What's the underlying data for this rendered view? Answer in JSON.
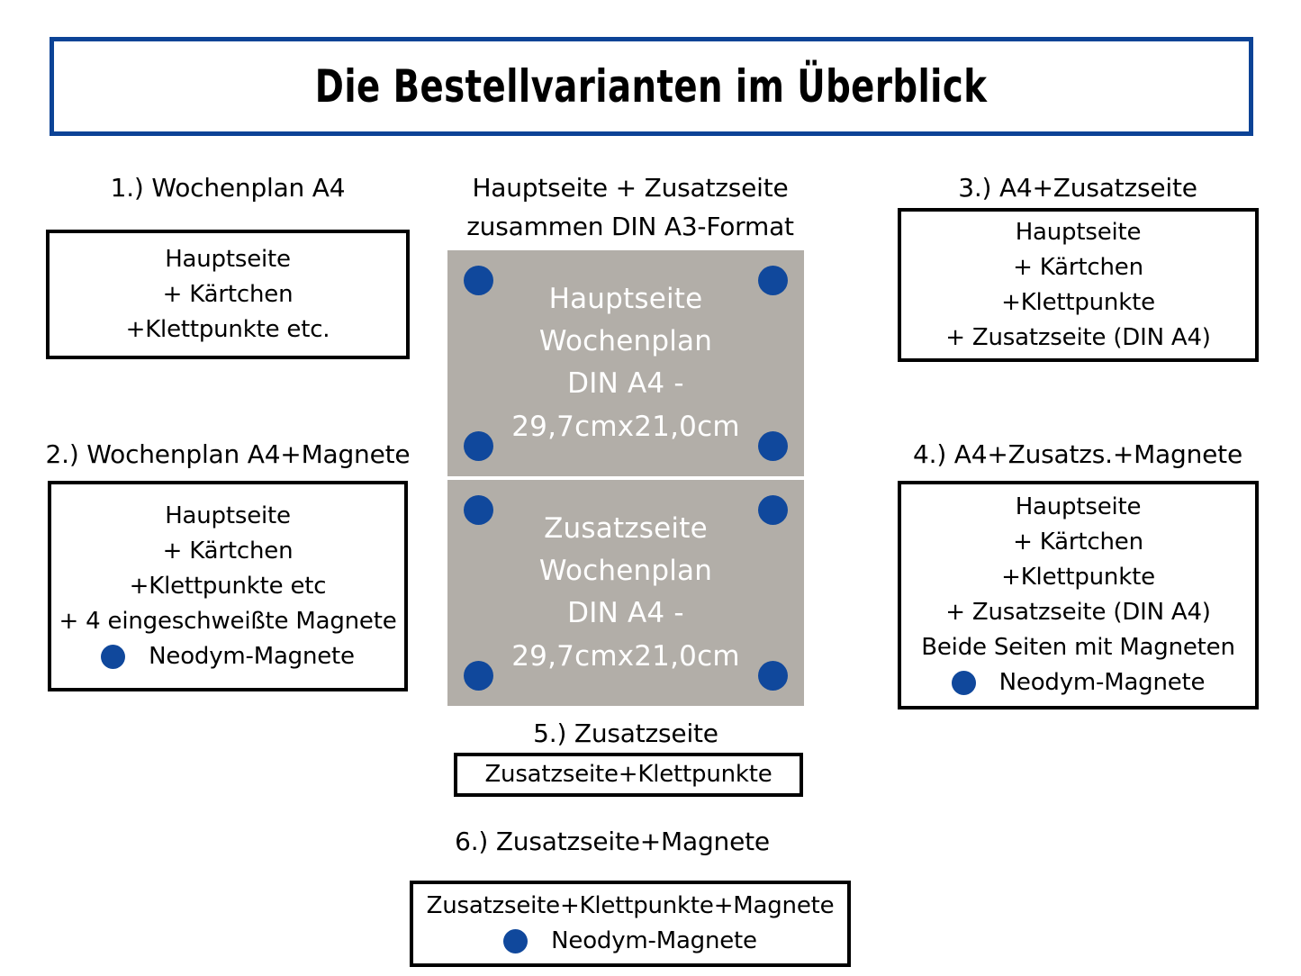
{
  "title": "Die Bestellvarianten im Überblick",
  "accent_blue": "#0c4396",
  "magnet_blue": "#10489c",
  "page_gray": "#b2aea8",
  "center": {
    "heading_line1": "Hauptseite + Zusatzseite",
    "heading_line2": "zusammen DIN A3-Format",
    "pages": [
      {
        "name": "hauptseite-page",
        "lines": [
          "Hauptseite",
          "Wochenplan",
          "DIN A4 -",
          "29,7cmx21,0cm"
        ],
        "magnets": 4
      },
      {
        "name": "zusatzseite-page",
        "lines": [
          "Zusatzseite",
          "Wochenplan",
          "DIN A4 -",
          "29,7cmx21,0cm"
        ],
        "magnets": 4
      }
    ]
  },
  "variants": [
    {
      "id": "variant-1",
      "heading": "1.) Wochenplan A4",
      "lines": [
        "Hauptseite",
        "+ Kärtchen",
        "+Klettpunkte etc."
      ],
      "legend": null
    },
    {
      "id": "variant-2",
      "heading": "2.) Wochenplan A4+Magnete",
      "lines": [
        "Hauptseite",
        "+ Kärtchen",
        "+Klettpunkte etc",
        "+ 4 eingeschweißte Magnete"
      ],
      "legend": "Neodym-Magnete"
    },
    {
      "id": "variant-3",
      "heading": "3.)  A4+Zusatzseite",
      "lines": [
        "Hauptseite",
        "+ Kärtchen",
        "+Klettpunkte",
        "+ Zusatzseite (DIN A4)"
      ],
      "legend": null
    },
    {
      "id": "variant-4",
      "heading": "4.) A4+Zusatzs.+Magnete",
      "lines": [
        "Hauptseite",
        "+ Kärtchen",
        "+Klettpunkte",
        "+ Zusatzseite (DIN A4)",
        "Beide Seiten mit Magneten"
      ],
      "legend": "Neodym-Magnete"
    },
    {
      "id": "variant-5",
      "heading": "5.) Zusatzseite",
      "lines": [
        "Zusatzseite+Klettpunkte"
      ],
      "legend": null
    },
    {
      "id": "variant-6",
      "heading": "6.) Zusatzseite+Magnete",
      "lines": [
        "Zusatzseite+Klettpunkte+Magnete"
      ],
      "legend": "Neodym-Magnete"
    }
  ]
}
